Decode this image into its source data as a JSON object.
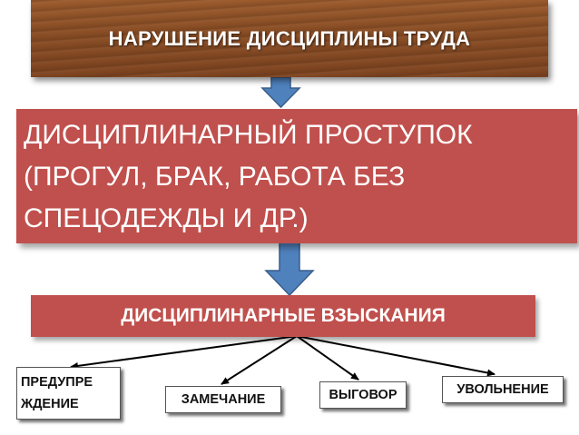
{
  "top_box": {
    "label": "НАРУШЕНИЕ ДИСЦИПЛИНЫ ТРУДА"
  },
  "middle_box": {
    "lines": [
      "ДИСЦИПЛИНАРНЫЙ ПРОСТУПОК",
      "(ПРОГУЛ, БРАК, РАБОТА БЕЗ",
      "СПЕЦОДЕЖДЫ И ДР.)"
    ]
  },
  "sanctions_box": {
    "label": "ДИСЦИПЛИНАРНЫЕ ВЗЫСКАНИЯ"
  },
  "leaves": {
    "warning_lines": [
      "ПРЕДУПРЕ",
      "ЖДЕНИЕ"
    ],
    "remark": "ЗАМЕЧАНИЕ",
    "reprimand": "ВЫГОВОР",
    "dismissal": "УВОЛЬНЕНИЕ"
  },
  "colors": {
    "red_box": "#c0504d",
    "arrow_fill": "#4f81bd",
    "arrow_stroke": "#385d8a",
    "wood": "#8a4e25"
  }
}
